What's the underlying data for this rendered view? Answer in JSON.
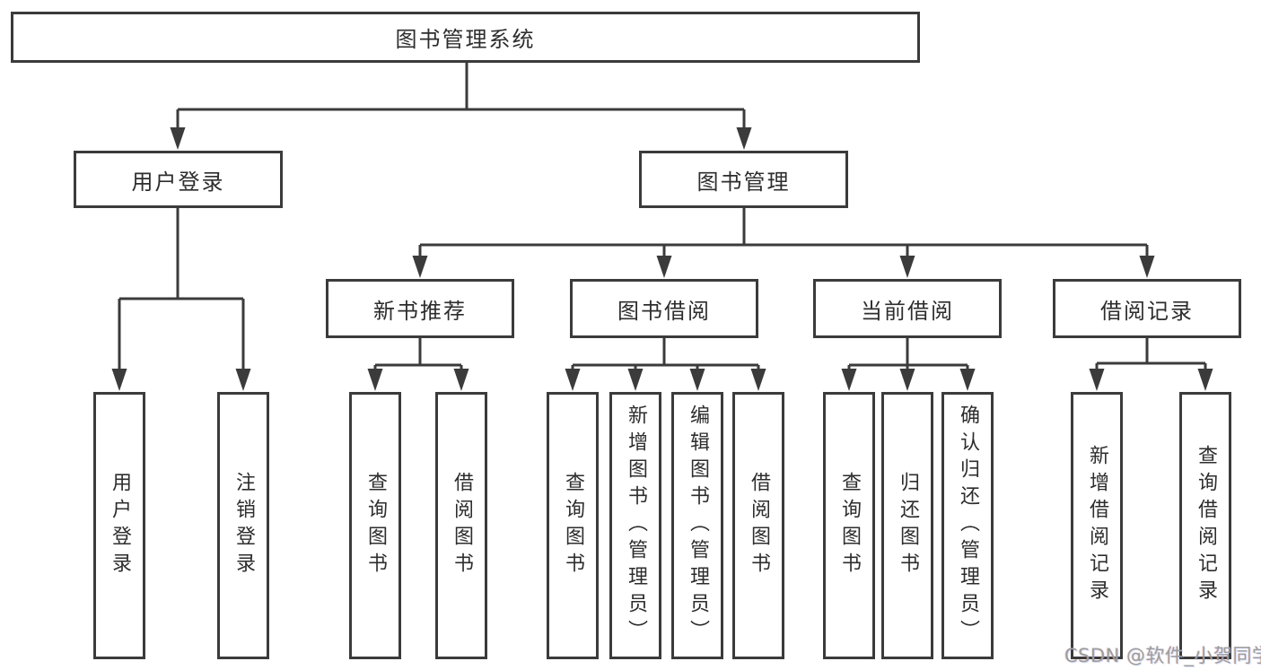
{
  "tree": {
    "label": "图书管理系统",
    "children": [
      {
        "label": "用户登录",
        "children": [
          {
            "label": "用户登录"
          },
          {
            "label": "注销登录"
          }
        ]
      },
      {
        "label": "图书管理",
        "children": [
          {
            "label": "新书推荐",
            "children": [
              {
                "label": "查询图书"
              },
              {
                "label": "借阅图书"
              }
            ]
          },
          {
            "label": "图书借阅",
            "children": [
              {
                "label": "查询图书"
              },
              {
                "label": "新增图书（管理员）"
              },
              {
                "label": "编辑图书（管理员）"
              },
              {
                "label": "借阅图书"
              }
            ]
          },
          {
            "label": "当前借阅",
            "children": [
              {
                "label": "查询图书"
              },
              {
                "label": "归还图书"
              },
              {
                "label": "确认归还（管理员）"
              }
            ]
          },
          {
            "label": "借阅记录",
            "children": [
              {
                "label": "新增借阅记录"
              },
              {
                "label": "查询借阅记录"
              }
            ]
          }
        ]
      }
    ]
  },
  "colors": {
    "line": "#3b3b3b",
    "text": "#2d2d2d",
    "watermark": "#9d9d9d",
    "background": "#ffffff"
  },
  "watermark": "CSDN @软件_小贺同学"
}
